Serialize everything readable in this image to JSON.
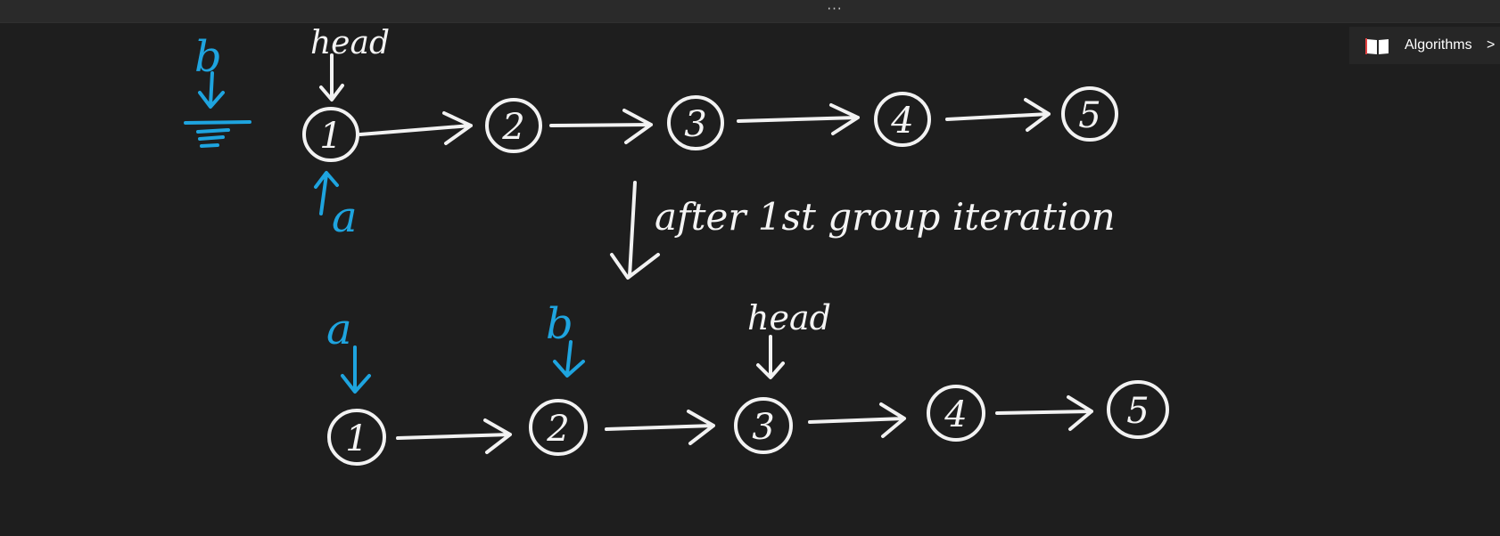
{
  "toolbar": {
    "more_label": "···"
  },
  "breadcrumb": {
    "label": "Algorithms",
    "chevron": ">",
    "icon": "book-icon"
  },
  "colors": {
    "background": "#1e1e1e",
    "ink_white": "#f2f2f2",
    "ink_blue": "#1ea4df"
  },
  "canvas": {
    "before": {
      "nodes": [
        "1",
        "2",
        "3",
        "4",
        "5"
      ],
      "labels": {
        "head": "head",
        "a": "a",
        "b": "b"
      }
    },
    "transition": {
      "label": "after 1st group iteration"
    },
    "after": {
      "nodes": [
        "1",
        "2",
        "3",
        "4",
        "5"
      ],
      "labels": {
        "head": "head",
        "a": "a",
        "b": "b"
      }
    }
  }
}
